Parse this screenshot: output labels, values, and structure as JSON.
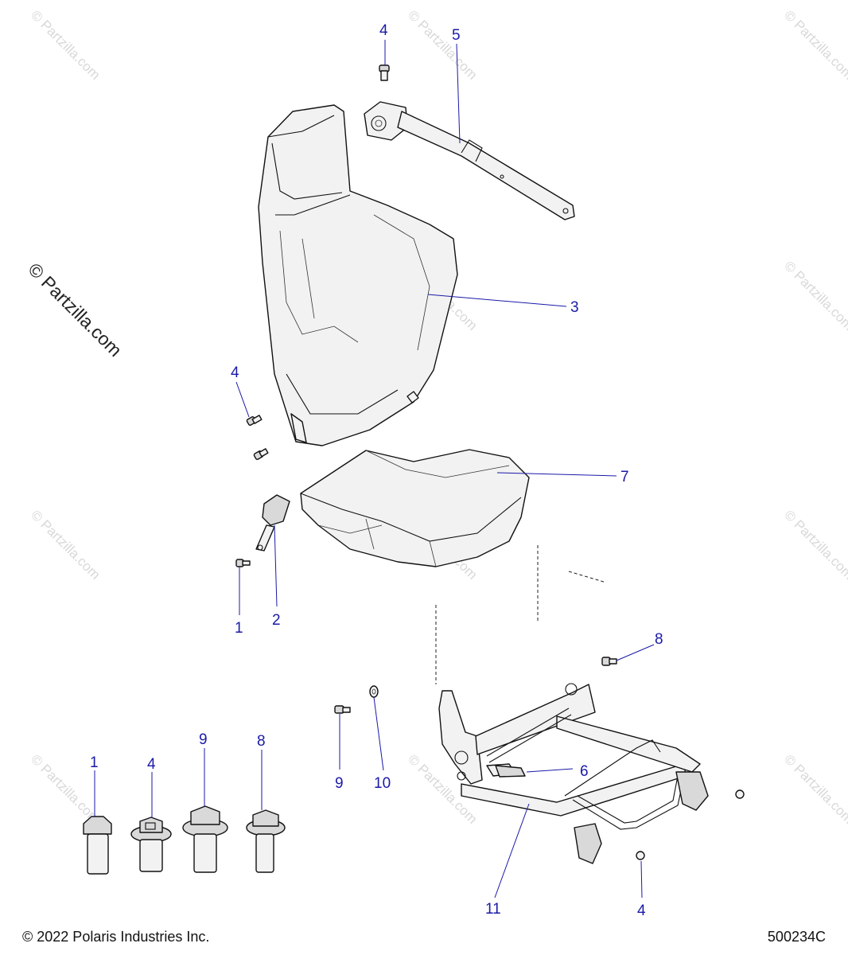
{
  "watermark": {
    "text": "© Partzilla.com"
  },
  "callouts": [
    {
      "id": "c-4-top",
      "label": "4"
    },
    {
      "id": "c-5",
      "label": "5"
    },
    {
      "id": "c-3",
      "label": "3"
    },
    {
      "id": "c-4-left",
      "label": "4"
    },
    {
      "id": "c-7",
      "label": "7"
    },
    {
      "id": "c-1",
      "label": "1"
    },
    {
      "id": "c-2",
      "label": "2"
    },
    {
      "id": "c-8-right",
      "label": "8"
    },
    {
      "id": "c-9-mid",
      "label": "9"
    },
    {
      "id": "c-10",
      "label": "10"
    },
    {
      "id": "c-6",
      "label": "6"
    },
    {
      "id": "c-11",
      "label": "11"
    },
    {
      "id": "c-4-bottom",
      "label": "4"
    },
    {
      "id": "c-1-legend",
      "label": "1"
    },
    {
      "id": "c-4-legend",
      "label": "4"
    },
    {
      "id": "c-9-legend",
      "label": "9"
    },
    {
      "id": "c-8-legend",
      "label": "8"
    }
  ],
  "footer": {
    "copyright": "© 2022 Polaris Industries Inc.",
    "doc_number": "500234C"
  }
}
